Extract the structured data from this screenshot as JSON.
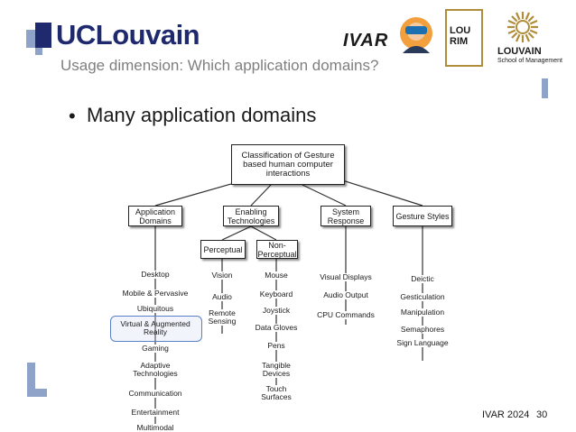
{
  "header": {
    "brand": "UCLouvain",
    "subtitle": "Usage dimension: Which application domains?",
    "ivar_logo": "IVAR",
    "lourim_logo": [
      "LOU",
      "RIM"
    ],
    "louvain_logo_name": "LOUVAIN",
    "louvain_logo_sub": "School of Management"
  },
  "bullet": {
    "text": "Many application domains"
  },
  "diagram": {
    "root": "Classification of Gesture based human computer interactions",
    "categories": [
      {
        "label": "Application Domains",
        "items": [
          "Desktop",
          "Mobile & Pervasive",
          "Ubiquitous",
          "Virtual & Augmented Reality",
          "Gaming",
          "Adaptive Technologies",
          "Communication",
          "Entertainment",
          "Multimodal"
        ]
      },
      {
        "label": "Enabling Technologies"
      },
      {
        "label": "System Response",
        "items": [
          "Visual Displays",
          "Audio Output",
          "CPU Commands"
        ]
      },
      {
        "label": "Gesture Styles",
        "items": [
          "Deictic",
          "Gesticulation",
          "Manipulation",
          "Semaphores",
          "Sign Language"
        ]
      }
    ],
    "enabling": [
      {
        "label": "Perceptual",
        "items": [
          "Vision",
          "Audio",
          "Remote Sensing"
        ]
      },
      {
        "label": "Non-Perceptual",
        "items": [
          "Mouse",
          "Keyboard",
          "Joystick",
          "Data Gloves",
          "Pens",
          "Tangible Devices",
          "Touch Surfaces"
        ]
      }
    ]
  },
  "footer": {
    "label": "IVAR 2024",
    "page": "30"
  },
  "colors": {
    "brand": "#1f2a6e",
    "accent": "#8fa3c8",
    "gold": "#b08d3a",
    "highlight": "#5b7fc7"
  }
}
